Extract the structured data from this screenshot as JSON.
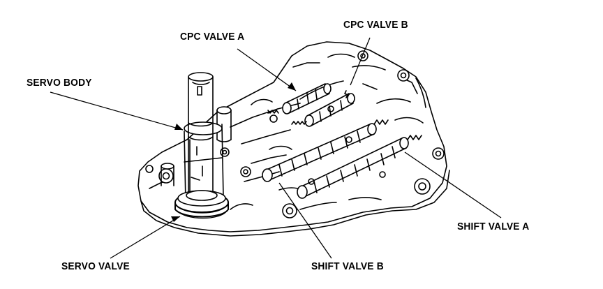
{
  "labels": {
    "cpc_valve_a": "CPC VALVE A",
    "cpc_valve_b": "CPC VALVE B",
    "servo_body": "SERVO BODY",
    "servo_valve": "SERVO VALVE",
    "shift_valve_a": "SHIFT VALVE A",
    "shift_valve_b": "SHIFT VALVE B"
  },
  "colors": {
    "ink": "#000000",
    "paper": "#ffffff"
  }
}
